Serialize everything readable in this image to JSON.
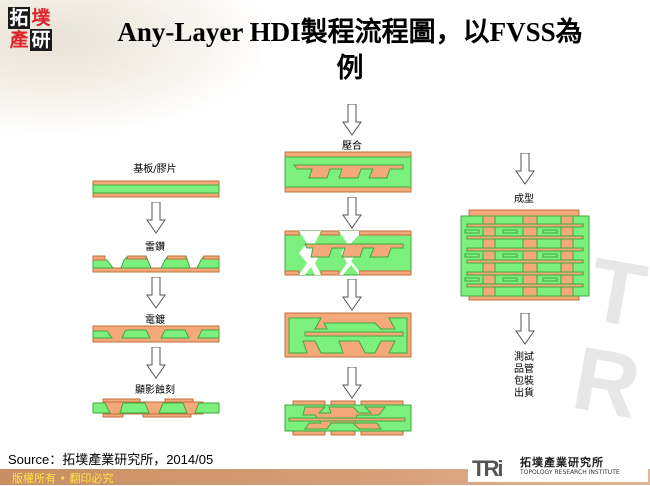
{
  "title": {
    "line1": "Any-Layer HDI製程流程圖，以FVSS為",
    "line2": "例"
  },
  "logo": {
    "chars": [
      "拓",
      "墣",
      "產",
      "研"
    ]
  },
  "colors": {
    "copper": "#f5a97a",
    "copper_edge": "#c0703a",
    "dielectric": "#7cf07c",
    "dielectric_edge": "#3fa63f",
    "footer": "#d29a70",
    "footer_text": "#ffe24a"
  },
  "flow": {
    "left": {
      "steps": [
        {
          "label": "基板/膠片"
        },
        {
          "label": "雷鑽"
        },
        {
          "label": "電鍍"
        },
        {
          "label": "顯影蝕刻"
        }
      ]
    },
    "middle": {
      "steps": [
        {
          "label": "壓合"
        }
      ]
    },
    "right": {
      "steps": [
        {
          "label": "成型"
        },
        {
          "label": "測試"
        },
        {
          "label": "品管"
        },
        {
          "label": "包裝"
        },
        {
          "label": "出貨"
        }
      ]
    }
  },
  "source": "Source：拓墣產業研究所，2014/05",
  "footer": {
    "copyright": "版權所有 • 翻印必究",
    "brand_mark": "TRi",
    "brand_cn": "拓墣產業研究所",
    "brand_en": "TOPOLOGY RESEARCH INSTITUTE"
  }
}
